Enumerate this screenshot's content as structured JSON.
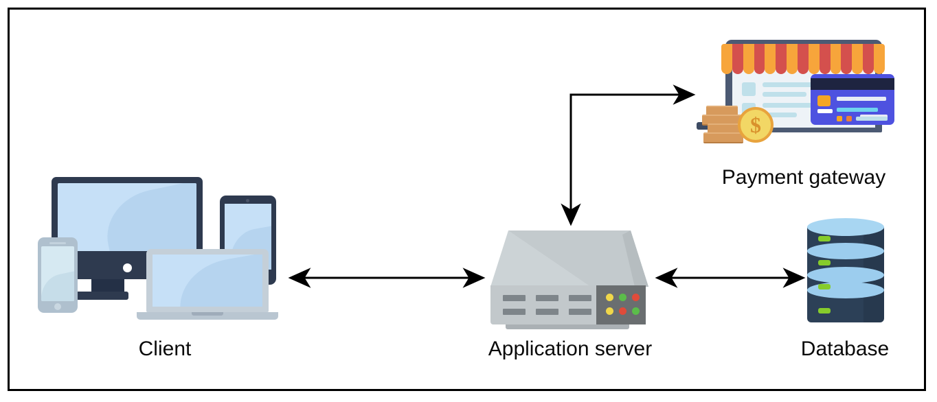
{
  "diagram": {
    "title": "Client / Application server / Database / Payment gateway architecture",
    "background_color": "#ffffff",
    "frame_color": "#000000",
    "label_color": "#0a0a0a",
    "nodes": [
      {
        "id": "client",
        "label": "Client",
        "icon": "devices-cluster-icon",
        "devices": [
          "desktop-monitor",
          "tablet",
          "smartphone",
          "laptop"
        ]
      },
      {
        "id": "application-server",
        "label": "Application server",
        "icon": "server-icon",
        "led_colors": [
          "#f0d74a",
          "#5bbd4a",
          "#e04b3a",
          "#f0d74a",
          "#e04b3a",
          "#5bbd4a"
        ],
        "slot_count": 6
      },
      {
        "id": "database",
        "label": "Database",
        "icon": "database-cylinder-icon",
        "disc_count": 4,
        "disc_color": "#2c4057",
        "led_color": "#86cc2b"
      },
      {
        "id": "payment-gateway",
        "label": "Payment gateway",
        "icon": "payment-gateway-icon",
        "elements": [
          "shop-awning",
          "laptop",
          "credit-card",
          "coin-stack"
        ],
        "currency_symbol": "$",
        "card_color": "#4e52e0",
        "awning_colors": [
          "#f7a53b",
          "#d4504d"
        ]
      }
    ],
    "connectors": [
      {
        "id": "client-to-server",
        "from": "client",
        "to": "application-server",
        "direction": "bidirectional",
        "style": "straight-horizontal"
      },
      {
        "id": "server-to-database",
        "from": "application-server",
        "to": "database",
        "direction": "bidirectional",
        "style": "straight-horizontal"
      },
      {
        "id": "server-to-payment-gateway",
        "from": "application-server",
        "to": "payment-gateway",
        "direction": "bidirectional",
        "style": "elbow"
      }
    ],
    "awning_stripes": [
      "#f7a53b",
      "#d4504d",
      "#f7a53b",
      "#d4504d",
      "#f7a53b",
      "#d4504d",
      "#f7a53b",
      "#d4504d",
      "#f7a53b",
      "#d4504d",
      "#f7a53b",
      "#d4504d",
      "#f7a53b",
      "#d4504d",
      "#f7a53b"
    ]
  }
}
